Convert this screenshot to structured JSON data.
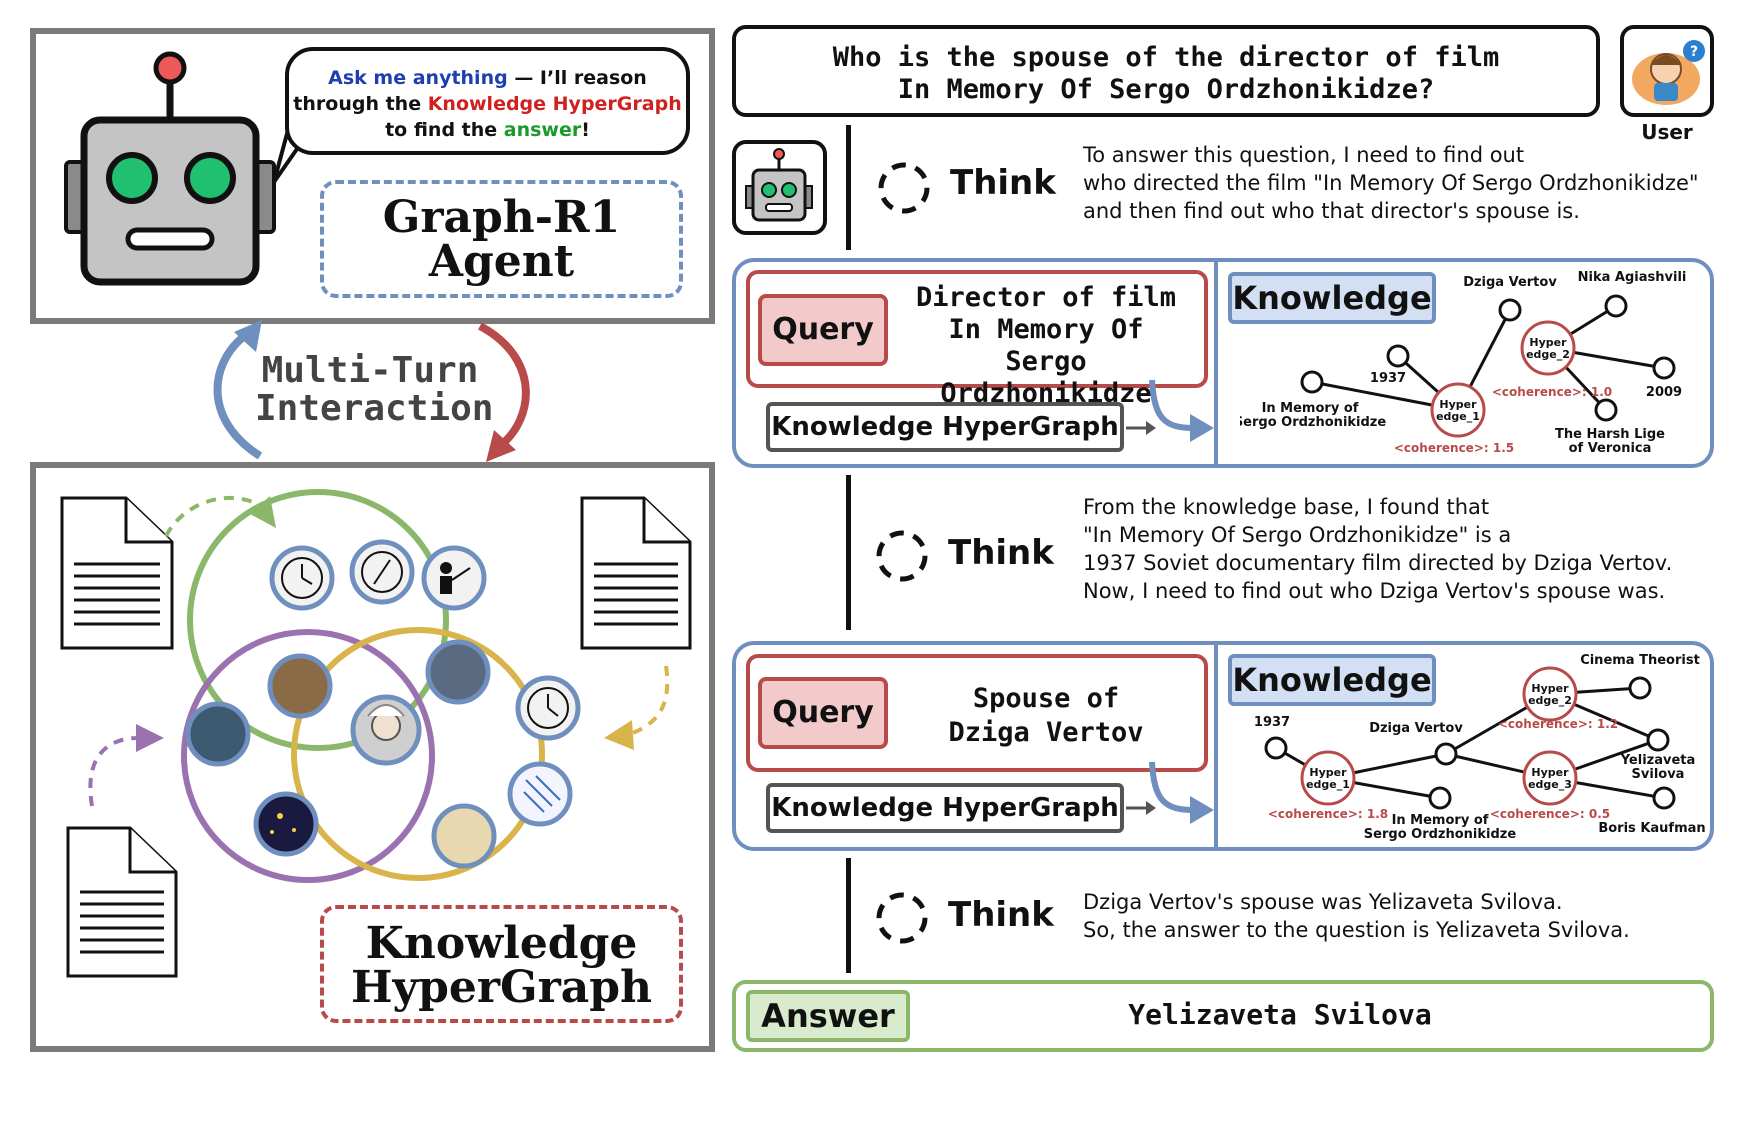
{
  "agent": {
    "speech_part1": "Ask me anything",
    "speech_part2": " — I’ll reason through the ",
    "speech_part3": "Knowledge HyperGraph",
    "speech_part4": " to find the ",
    "speech_part5": "answer",
    "speech_part6": "!",
    "name_line1": "Graph-R1",
    "name_line2": "Agent"
  },
  "interaction": {
    "line1": "Multi-Turn",
    "line2": "Interaction"
  },
  "hypergraph_panel": {
    "line1": "Knowledge",
    "line2": "HyperGraph"
  },
  "question": {
    "line1": "Who is the spouse of the director of film",
    "line2": "In Memory Of Sergo Ordzhonikidze?"
  },
  "user": {
    "label": "User",
    "badge": "?"
  },
  "think1": {
    "label": "Think",
    "lines": [
      "To answer this question, I need to find out",
      "who directed the film \"In Memory Of Sergo Ordzhonikidze\"",
      "and then find out who that director's spouse is."
    ]
  },
  "step1": {
    "query_tag": "Query",
    "query_lines": [
      "Director of film",
      "In Memory Of",
      "Sergo Ordzhonikidze"
    ],
    "kh_button": "Knowledge HyperGraph",
    "knowledge_tag": "Knowledge",
    "nodes": {
      "dziga": "Dziga Vertov",
      "nika": "Nika Agiashvili",
      "year": "1937",
      "he2_line1": "Hyper",
      "he2_line2": "edge_2",
      "he1_line1": "Hyper",
      "he1_line2": "edge_1",
      "film_line1": "In Memory of",
      "film_line2": "Sergo Ordzhonikidze",
      "year2009": "2009",
      "harsh_line1": "The Harsh Lige",
      "harsh_line2": "of Veronica",
      "coh2": "<coherence>: 1.0",
      "coh1": "<coherence>: 1.5"
    }
  },
  "think2": {
    "label": "Think",
    "lines": [
      "From the knowledge base, I found that",
      "\"In Memory Of Sergo Ordzhonikidze\" is a",
      "1937 Soviet documentary film directed by Dziga Vertov.",
      "Now, I need to find out who Dziga Vertov's spouse was."
    ]
  },
  "step2": {
    "query_tag": "Query",
    "query_lines": [
      "Spouse of",
      "Dziga Vertov"
    ],
    "kh_button": "Knowledge HyperGraph",
    "knowledge_tag": "Knowledge",
    "nodes": {
      "cinema": "Cinema Theorist",
      "year": "1937",
      "dziga": "Dziga Vertov",
      "he2_line1": "Hyper",
      "he2_line2": "edge_2",
      "he1_line1": "Hyper",
      "he1_line2": "edge_1",
      "he3_line1": "Hyper",
      "he3_line2": "edge_3",
      "yeli_line1": "Yelizaveta",
      "yeli_line2": "Svilova",
      "film_line1": "In Memory of",
      "film_line2": "Sergo Ordzhonikidze",
      "boris": "Boris Kaufman",
      "coh2": "<coherence>: 1.2",
      "coh1": "<coherence>: 1.8",
      "coh3": "<coherence>: 0.5"
    }
  },
  "think3": {
    "label": "Think",
    "lines": [
      "Dziga Vertov's spouse was Yelizaveta Svilova.",
      "So, the answer to the question is Yelizaveta Svilova."
    ]
  },
  "answer": {
    "tag": "Answer",
    "value": "Yelizaveta Svilova"
  },
  "colors": {
    "blue": "#6f8fbe",
    "red": "#b94a4a",
    "green": "#8ab76a",
    "purple": "#9b72b0",
    "yellow": "#d8b44a",
    "node_red": "#b94a4a"
  }
}
